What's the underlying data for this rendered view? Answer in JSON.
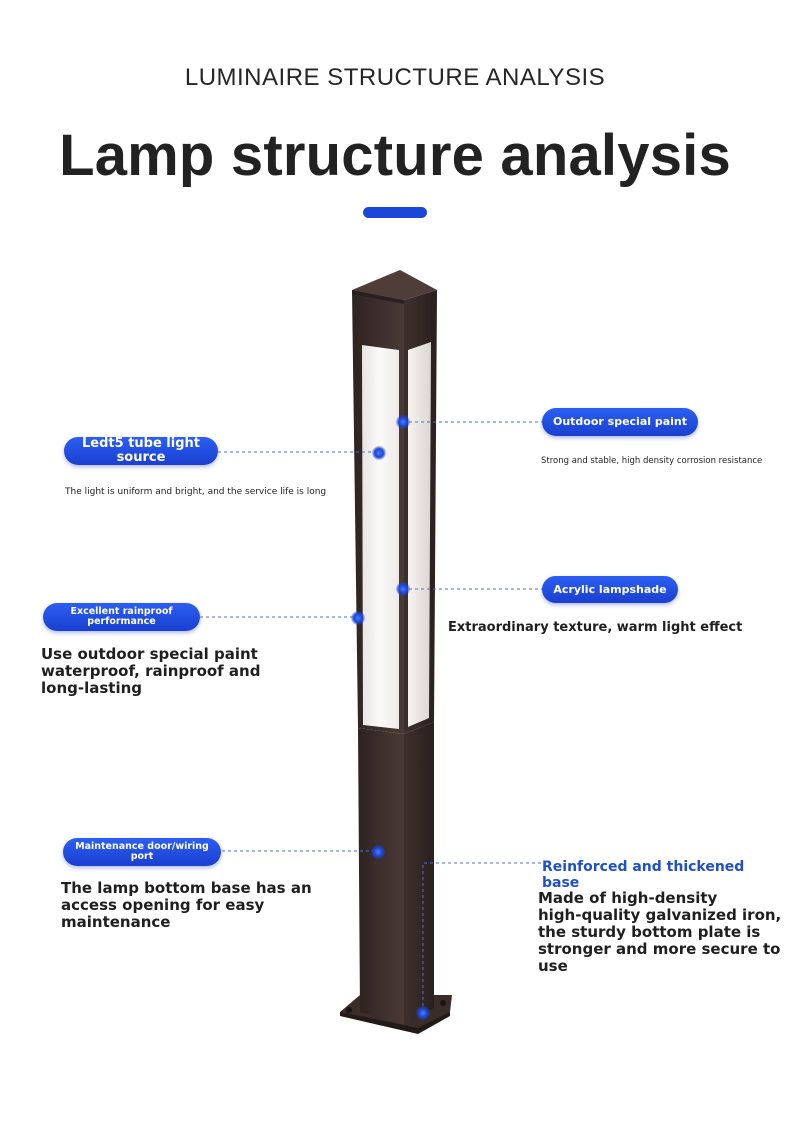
{
  "header": {
    "subtitle": "LUMINAIRE STRUCTURE ANALYSIS",
    "title": "Lamp structure analysis"
  },
  "colors": {
    "accent": "#1a47d8",
    "lamp_body": "#3b2d2a",
    "panel": "#f2efec"
  },
  "callouts": {
    "tube_light": {
      "label": "Ledt5 tube light source",
      "desc": "The light is uniform and bright, and the service life is long"
    },
    "outdoor_paint": {
      "label": "Outdoor special paint",
      "desc": "Strong and stable, high density corrosion resistance"
    },
    "acrylic": {
      "label": "Acrylic lampshade",
      "desc": "Extraordinary texture, warm light effect"
    },
    "rainproof": {
      "label": "Excellent rainproof performance",
      "desc_lines": [
        "Use outdoor special paint",
        "waterproof, rainproof and",
        "long-lasting"
      ]
    },
    "maintenance": {
      "label": "Maintenance door/wiring port",
      "desc_lines": [
        "The lamp bottom base has an",
        "access opening for easy",
        "maintenance"
      ]
    },
    "base": {
      "label": "Reinforced and thickened base",
      "desc_lines": [
        "Made of high-density",
        "high-quality galvanized iron,",
        "the sturdy bottom plate is",
        "stronger and more secure to",
        "use"
      ]
    }
  }
}
